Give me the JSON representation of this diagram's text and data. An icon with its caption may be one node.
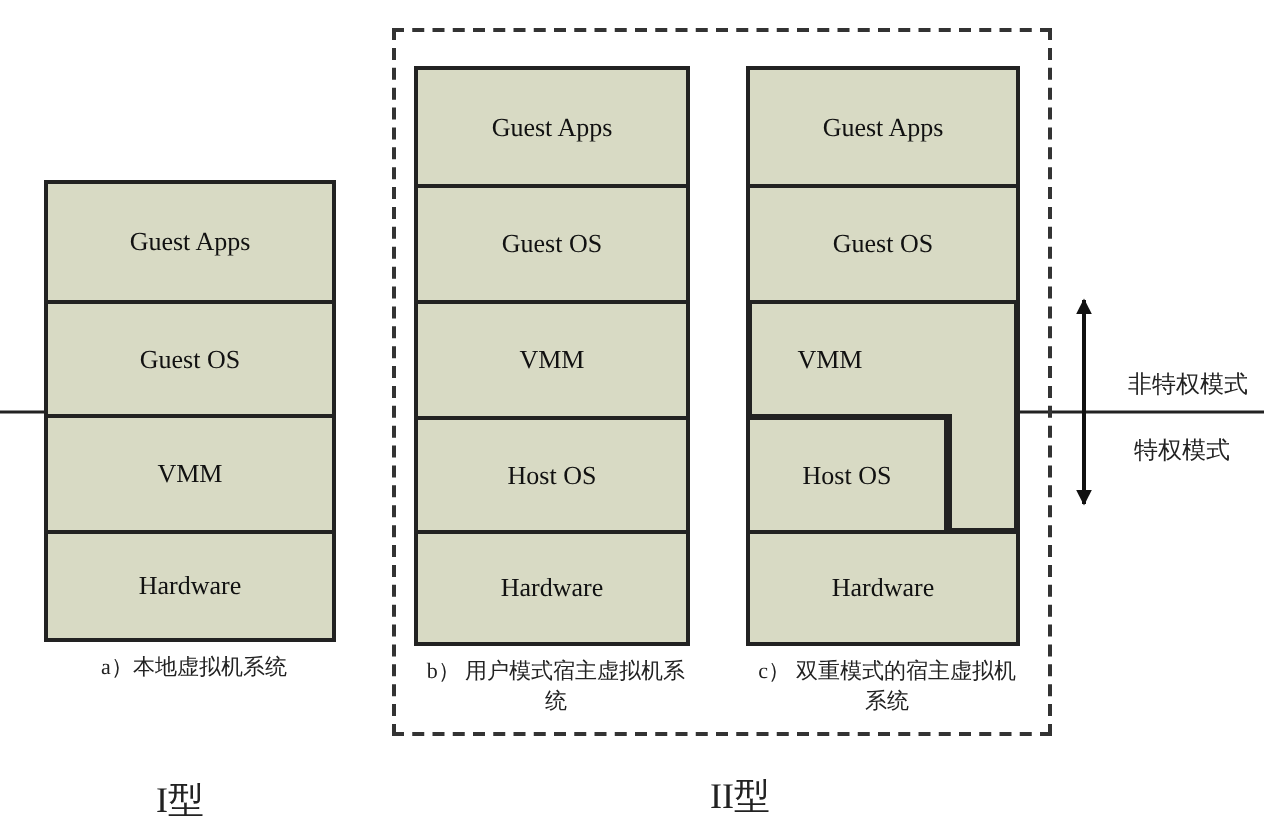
{
  "diagram": {
    "nodes": [
      {
        "text": [],
        "shape": "box",
        "beside": [
          "a）本地虚拟机系统"
        ]
      },
      {
        "text": [
          "Guest Apps"
        ],
        "in": 0
      },
      {
        "text": [
          "Guest OS"
        ],
        "in": 0
      },
      {
        "text": [
          "VMM"
        ],
        "in": 0
      },
      {
        "text": [
          "Hardware"
        ],
        "in": 0
      },
      {
        "text": [],
        "shape": "box"
      },
      {
        "text": [],
        "shape": "box",
        "in": 5,
        "beside": [
          "b） 用户模式宿主虚拟机系统"
        ]
      },
      {
        "text": [
          "Guest Apps"
        ],
        "in": 6
      },
      {
        "text": [
          "Guest OS"
        ],
        "in": 6
      },
      {
        "text": [
          "VMM"
        ],
        "in": 6
      },
      {
        "text": [
          "Host OS"
        ],
        "in": 6
      },
      {
        "text": [
          "Hardware"
        ],
        "in": 6
      },
      {
        "text": [],
        "shape": "box",
        "in": 5,
        "beside": [
          "c） 双重模式的宿主虚拟机系统"
        ]
      },
      {
        "text": [
          "Guest Apps"
        ],
        "in": 12
      },
      {
        "text": [
          "Guest OS"
        ],
        "in": 12
      },
      {
        "text": [
          "VMM"
        ],
        "in": 12
      },
      {
        "text": [
          "Host OS"
        ],
        "in": 12
      },
      {
        "text": [
          "Hardware"
        ],
        "in": 12
      }
    ],
    "edges": [],
    "labels": [
      "非特权模式",
      "特权模式",
      "I型",
      "II型"
    ]
  }
}
